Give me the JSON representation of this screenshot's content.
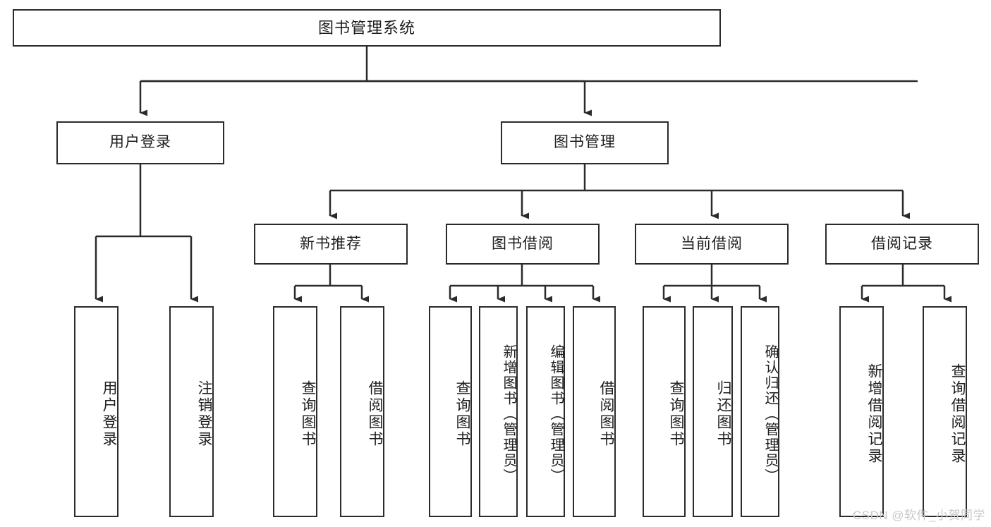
{
  "diagram": {
    "type": "tree-hierarchy",
    "title": "图书管理系统",
    "root": {
      "label": "图书管理系统"
    },
    "level2": [
      {
        "label": "用户登录"
      },
      {
        "label": "图书管理"
      }
    ],
    "level3": [
      {
        "label": "新书推荐"
      },
      {
        "label": "图书借阅"
      },
      {
        "label": "当前借阅"
      },
      {
        "label": "借阅记录"
      }
    ],
    "leaves": [
      {
        "label": "用户登录",
        "parent": "用户登录"
      },
      {
        "label": "注销登录",
        "parent": "用户登录"
      },
      {
        "label": "查询图书",
        "parent": "新书推荐"
      },
      {
        "label": "借阅图书",
        "parent": "新书推荐"
      },
      {
        "label": "查询图书",
        "parent": "图书借阅"
      },
      {
        "label": "新增图书（管理员）",
        "parent": "图书借阅"
      },
      {
        "label": "编辑图书（管理员）",
        "parent": "图书借阅"
      },
      {
        "label": "借阅图书",
        "parent": "图书借阅"
      },
      {
        "label": "查询图书",
        "parent": "当前借阅"
      },
      {
        "label": "归还图书",
        "parent": "当前借阅"
      },
      {
        "label": "确认归还（管理员）",
        "parent": "当前借阅"
      },
      {
        "label": "新增借阅记录",
        "parent": "借阅记录"
      },
      {
        "label": "查询借阅记录",
        "parent": "借阅记录"
      }
    ],
    "watermark": "CSDN @软件_小贺同学",
    "colors": {
      "stroke": "#2b2b2b",
      "fill": "#ffffff",
      "text": "#1d1d1d",
      "watermark": "#c9c9c9"
    }
  }
}
